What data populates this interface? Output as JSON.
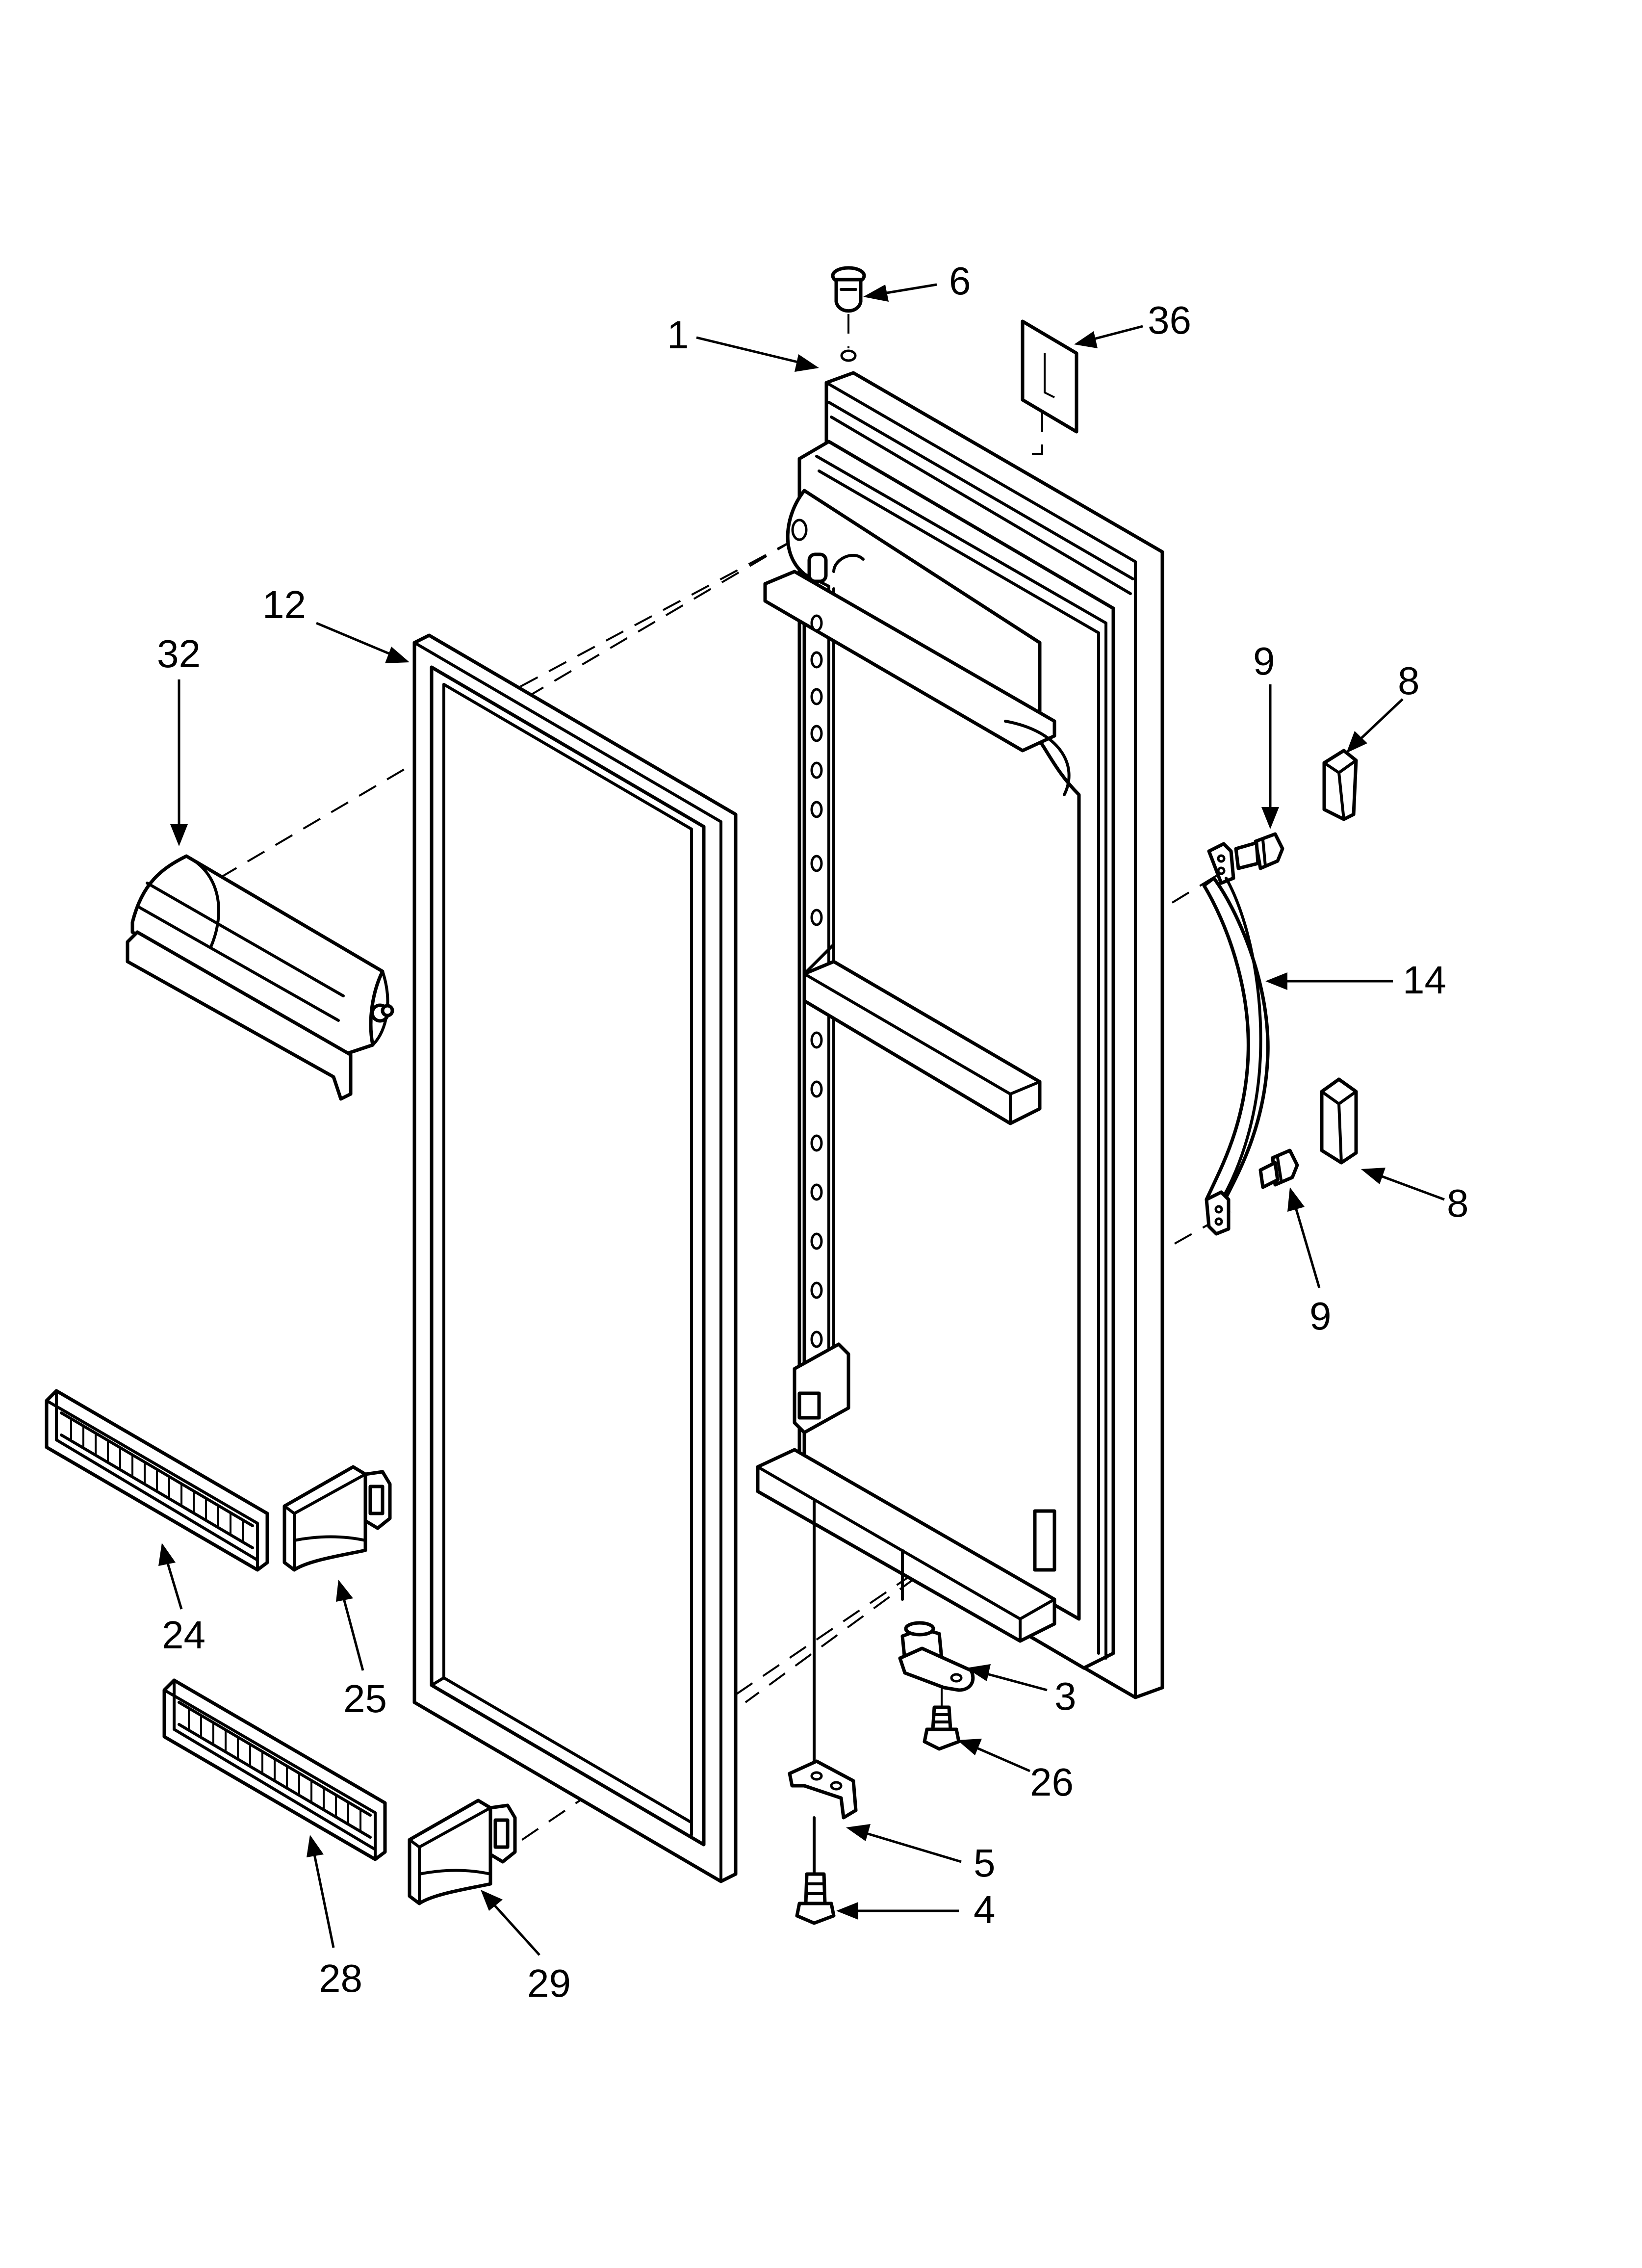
{
  "diagram": {
    "callouts": [
      {
        "id": "6",
        "label": "6"
      },
      {
        "id": "36",
        "label": "36"
      },
      {
        "id": "1",
        "label": "1"
      },
      {
        "id": "12",
        "label": "12"
      },
      {
        "id": "32",
        "label": "32"
      },
      {
        "id": "9a",
        "label": "9"
      },
      {
        "id": "8a",
        "label": "8"
      },
      {
        "id": "14",
        "label": "14"
      },
      {
        "id": "8b",
        "label": "8"
      },
      {
        "id": "9b",
        "label": "9"
      },
      {
        "id": "3",
        "label": "3"
      },
      {
        "id": "26",
        "label": "26"
      },
      {
        "id": "5",
        "label": "5"
      },
      {
        "id": "4",
        "label": "4"
      },
      {
        "id": "24",
        "label": "24"
      },
      {
        "id": "25",
        "label": "25"
      },
      {
        "id": "28",
        "label": "28"
      },
      {
        "id": "29",
        "label": "29"
      }
    ],
    "parts": [
      {
        "id": "1",
        "icon": "door-liner-icon"
      },
      {
        "id": "3",
        "icon": "hinge-bracket-icon"
      },
      {
        "id": "4",
        "icon": "screw-icon"
      },
      {
        "id": "5",
        "icon": "door-stop-icon"
      },
      {
        "id": "6",
        "icon": "plug-button-icon"
      },
      {
        "id": "8",
        "icon": "handle-end-cap-icon"
      },
      {
        "id": "9",
        "icon": "screw-icon"
      },
      {
        "id": "12",
        "icon": "door-gasket-icon"
      },
      {
        "id": "14",
        "icon": "door-handle-icon"
      },
      {
        "id": "24",
        "icon": "shelf-rail-icon"
      },
      {
        "id": "25",
        "icon": "shelf-end-cap-icon"
      },
      {
        "id": "26",
        "icon": "screw-icon"
      },
      {
        "id": "28",
        "icon": "shelf-rail-icon"
      },
      {
        "id": "29",
        "icon": "shelf-end-cap-icon"
      },
      {
        "id": "32",
        "icon": "dairy-door-icon"
      },
      {
        "id": "36",
        "icon": "label-card-icon"
      }
    ]
  }
}
